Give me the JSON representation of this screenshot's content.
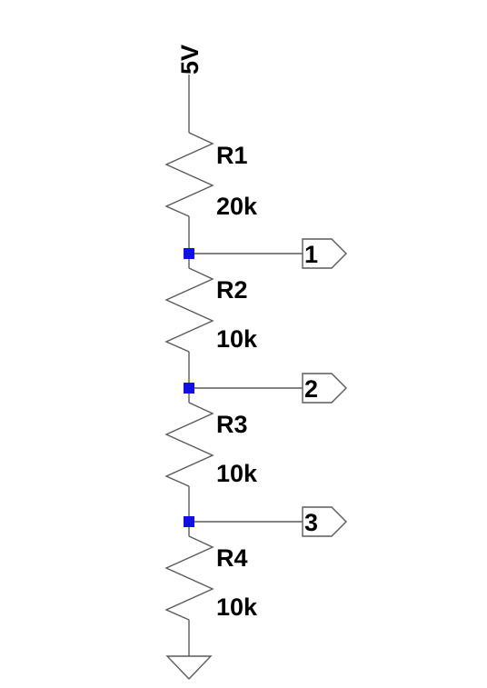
{
  "supply": {
    "label": "5V"
  },
  "resistors": [
    {
      "name": "R1",
      "value": "20k"
    },
    {
      "name": "R2",
      "value": "10k"
    },
    {
      "name": "R3",
      "value": "10k"
    },
    {
      "name": "R4",
      "value": "10k"
    }
  ],
  "ports": [
    {
      "label": "1"
    },
    {
      "label": "2"
    },
    {
      "label": "3"
    }
  ],
  "colors": {
    "wire": "#5a5a5a",
    "junction": "#1010e0",
    "text": "#000000",
    "background": "#ffffff"
  }
}
